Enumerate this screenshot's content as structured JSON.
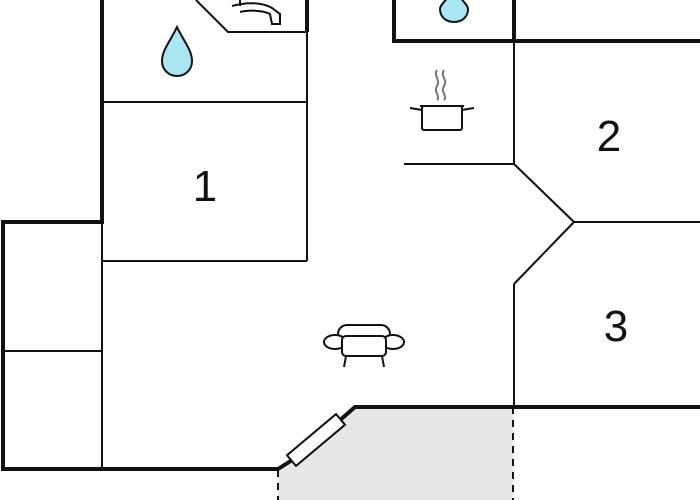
{
  "floorplan": {
    "rooms": [
      {
        "id": "bedroom-1",
        "label": "1"
      },
      {
        "id": "bedroom-2",
        "label": "2"
      },
      {
        "id": "bedroom-3",
        "label": "3"
      }
    ],
    "icons": {
      "bathroom": "water-drop-icon",
      "bathroom_fixture": "bath-tap-icon",
      "utility": "water-drop-icon",
      "kitchen": "cooking-pot-icon",
      "living": "armchair-icon",
      "entrance": "door-icon"
    },
    "colors": {
      "wall": "#111111",
      "water": "#a9e6f2",
      "terrace": "#e6e6e6",
      "background": "#ffffff"
    }
  }
}
